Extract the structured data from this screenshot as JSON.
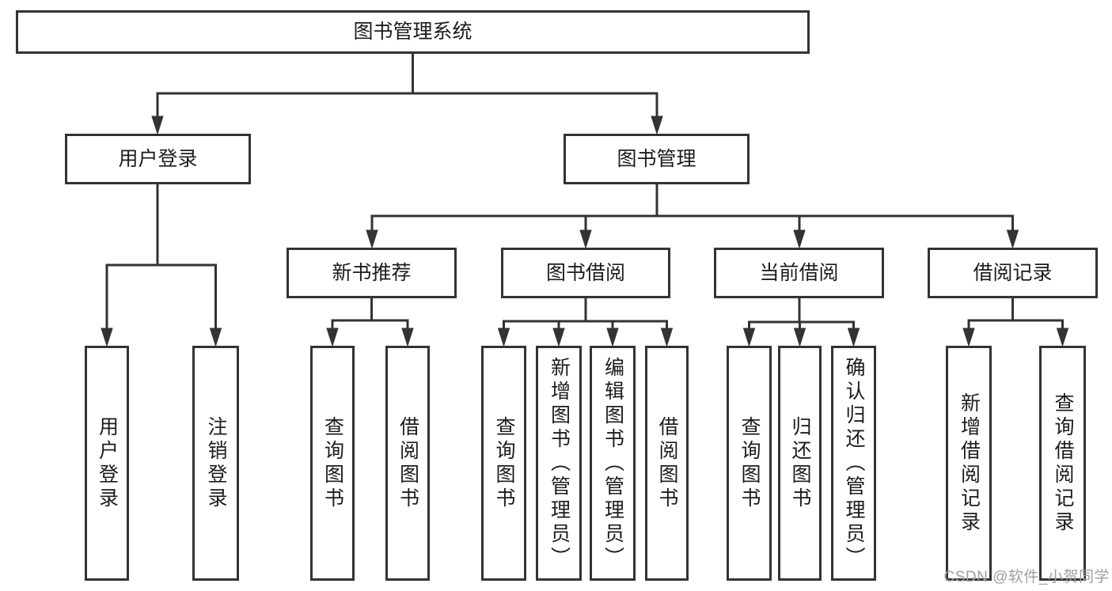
{
  "diagram": {
    "type": "hierarchy",
    "nodes": {
      "root": "图书管理系统",
      "user_login": "用户登录",
      "book_mgmt": "图书管理",
      "new_book_rec": "新书推荐",
      "book_borrowing": "图书借阅",
      "current_borrowing": "当前借阅",
      "borrowing_records": "借阅记录",
      "leaf_user_login": "用户登录",
      "leaf_logout": "注销登录",
      "rec_query_books": "查询图书",
      "rec_borrow_books": "借阅图书",
      "bb_query_books": "查询图书",
      "bb_add_books": "新增图书（管理员）",
      "bb_edit_books": "编辑图书（管理员）",
      "bb_borrow_books": "借阅图书",
      "cb_query_books": "查询图书",
      "cb_return_books": "归还图书",
      "cb_confirm_return": "确认归还（管理员）",
      "br_add_record": "新增借阅记录",
      "br_query_record": "查询借阅记录"
    },
    "edges": [
      [
        "root",
        "user_login"
      ],
      [
        "root",
        "book_mgmt"
      ],
      [
        "user_login",
        "leaf_user_login"
      ],
      [
        "user_login",
        "leaf_logout"
      ],
      [
        "book_mgmt",
        "new_book_rec"
      ],
      [
        "book_mgmt",
        "book_borrowing"
      ],
      [
        "book_mgmt",
        "current_borrowing"
      ],
      [
        "book_mgmt",
        "borrowing_records"
      ],
      [
        "new_book_rec",
        "rec_query_books"
      ],
      [
        "new_book_rec",
        "rec_borrow_books"
      ],
      [
        "book_borrowing",
        "bb_query_books"
      ],
      [
        "book_borrowing",
        "bb_add_books"
      ],
      [
        "book_borrowing",
        "bb_edit_books"
      ],
      [
        "book_borrowing",
        "bb_borrow_books"
      ],
      [
        "current_borrowing",
        "cb_query_books"
      ],
      [
        "current_borrowing",
        "cb_return_books"
      ],
      [
        "current_borrowing",
        "cb_confirm_return"
      ],
      [
        "borrowing_records",
        "br_add_record"
      ],
      [
        "borrowing_records",
        "br_query_record"
      ]
    ]
  },
  "colors": {
    "line": "#333333",
    "box_border": "#333333",
    "text": "#1c1c1c",
    "background": "#ffffff",
    "watermark": "#9f9f9f"
  },
  "watermark": {
    "text": "CSDN @软件_小贺同学"
  }
}
